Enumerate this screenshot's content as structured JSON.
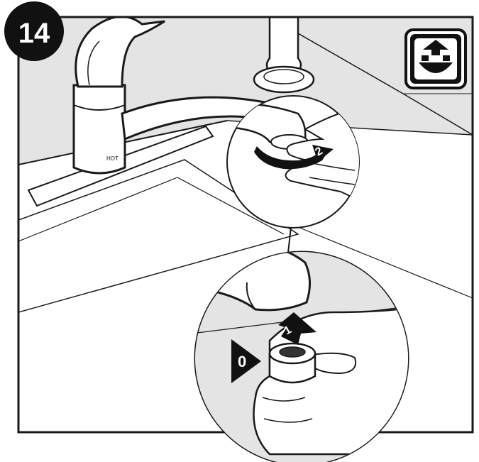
{
  "step": {
    "number": "14"
  },
  "callouts": {
    "first": "1",
    "second": "2",
    "part": "0"
  },
  "faucet": {
    "handle_text": "HOT"
  },
  "icon": {
    "name": "aerator-cleaning-icon"
  },
  "colors": {
    "line": "#1a1a1a",
    "wall": "#e4e4e4",
    "counter": "#ffffff",
    "black": "#111111"
  }
}
